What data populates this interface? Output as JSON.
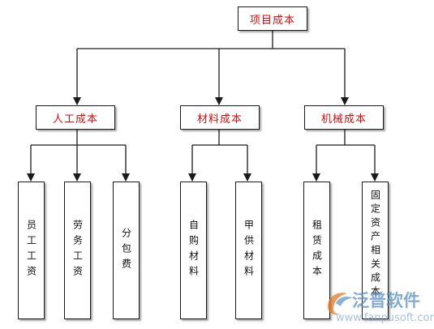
{
  "root": {
    "label": "项目成本"
  },
  "categories": [
    {
      "label": "人工成本",
      "items": [
        "员工工资",
        "劳务工资",
        "分包费"
      ]
    },
    {
      "label": "材料成本",
      "items": [
        "自购材料",
        "甲供材料"
      ]
    },
    {
      "label": "机械成本",
      "items": [
        "租赁成本",
        "固定资产相关成本"
      ]
    }
  ],
  "watermark": {
    "name": "泛普软件",
    "url": "www.fanpusoft.com"
  },
  "colors": {
    "node_text": "#cc1111",
    "leaf_text": "#111111",
    "line": "#1a1a1a",
    "watermark": "#5b8fc4"
  }
}
